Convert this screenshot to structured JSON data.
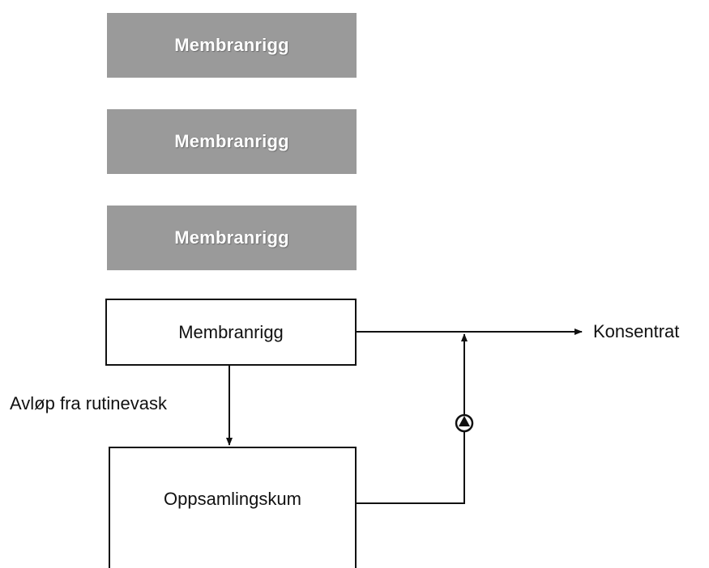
{
  "diagram": {
    "rig_boxes": [
      {
        "label": "Membranrigg"
      },
      {
        "label": "Membranrigg"
      },
      {
        "label": "Membranrigg"
      },
      {
        "label": "Membranrigg"
      }
    ],
    "collection_box": {
      "label": "Oppsamlingskum"
    },
    "output_label": "Konsentrat",
    "drain_label": "Avløp fra rutinevask",
    "colors": {
      "inactive_box_fill": "#9a9a9a",
      "inactive_box_text": "#ffffff",
      "active_box_border": "#111111",
      "line": "#111111"
    }
  }
}
